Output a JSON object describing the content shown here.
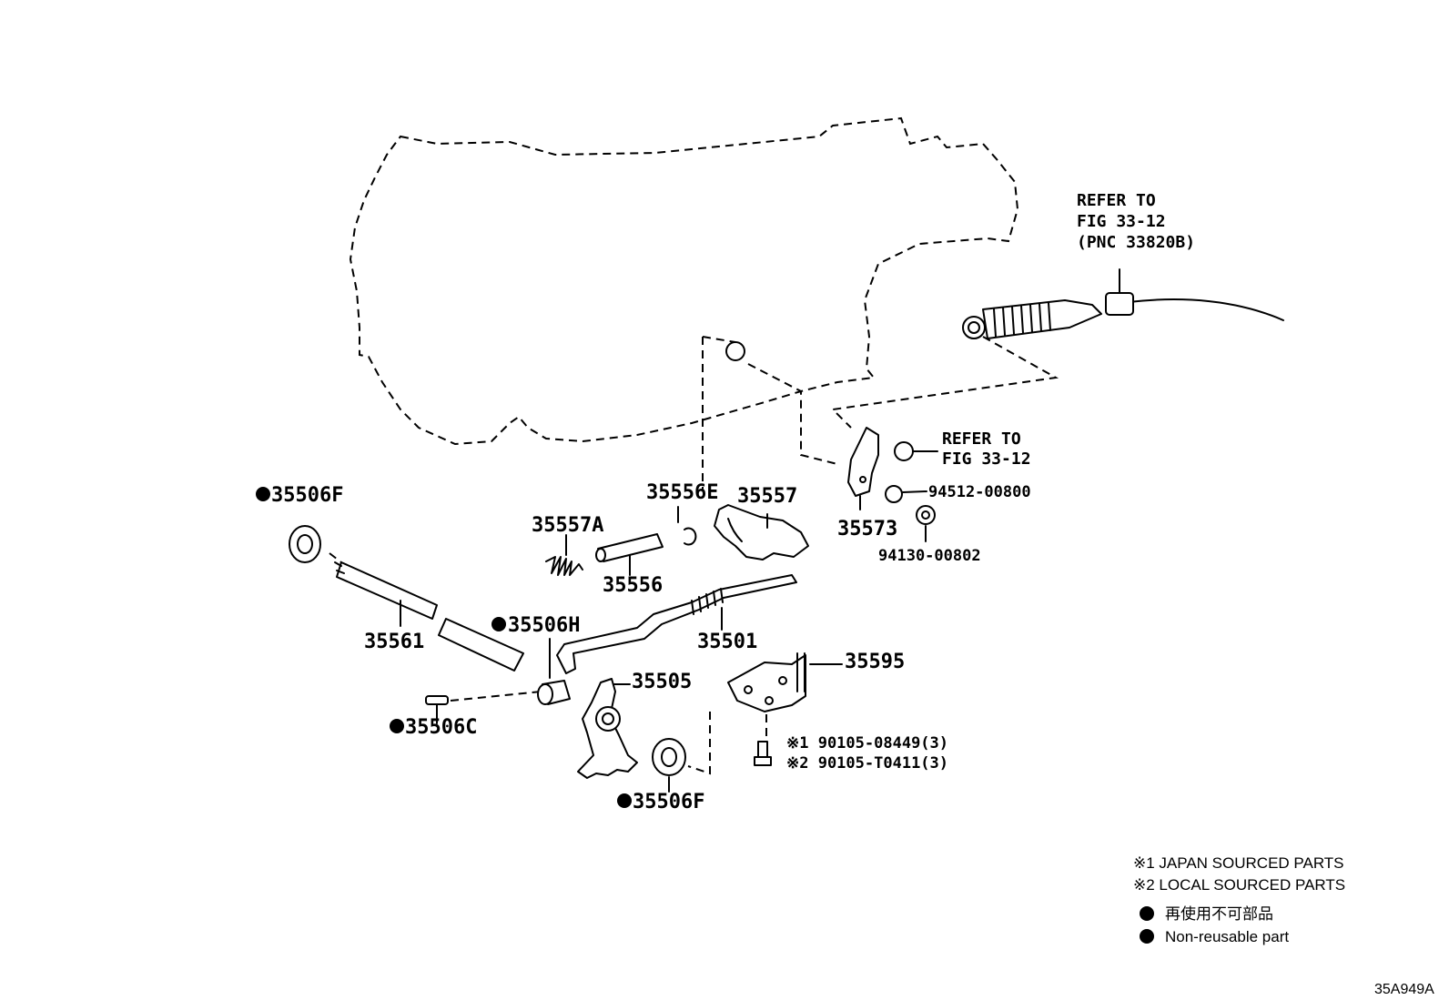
{
  "refs": {
    "cable_ref": [
      "REFER TO",
      "FIG 33-12",
      "(PNC 33820B)"
    ],
    "bracket_ref": [
      "REFER TO",
      "FIG 33-12"
    ]
  },
  "parts": {
    "p35506F_top": "35506F",
    "p35557A": "35557A",
    "p35556E": "35556E",
    "p35557": "35557",
    "p35573": "35573",
    "p94512": "94512-00800",
    "p94130": "94130-00802",
    "p35556": "35556",
    "p35561": "35561",
    "p35506H": "35506H",
    "p35501": "35501",
    "p35595": "35595",
    "p35505": "35505",
    "p35506C": "35506C",
    "p90105a": "※1 90105-08449(3)",
    "p90105b": "※2 90105-T0411(3)",
    "p35506F_bottom": "35506F"
  },
  "legend": {
    "note1": "※1 JAPAN SOURCED PARTS",
    "note2": "※2 LOCAL SOURCED PARTS",
    "nonreusable_jp": "再使用不可部品",
    "nonreusable_en": "Non-reusable part"
  },
  "diagram_code": "35A949A"
}
